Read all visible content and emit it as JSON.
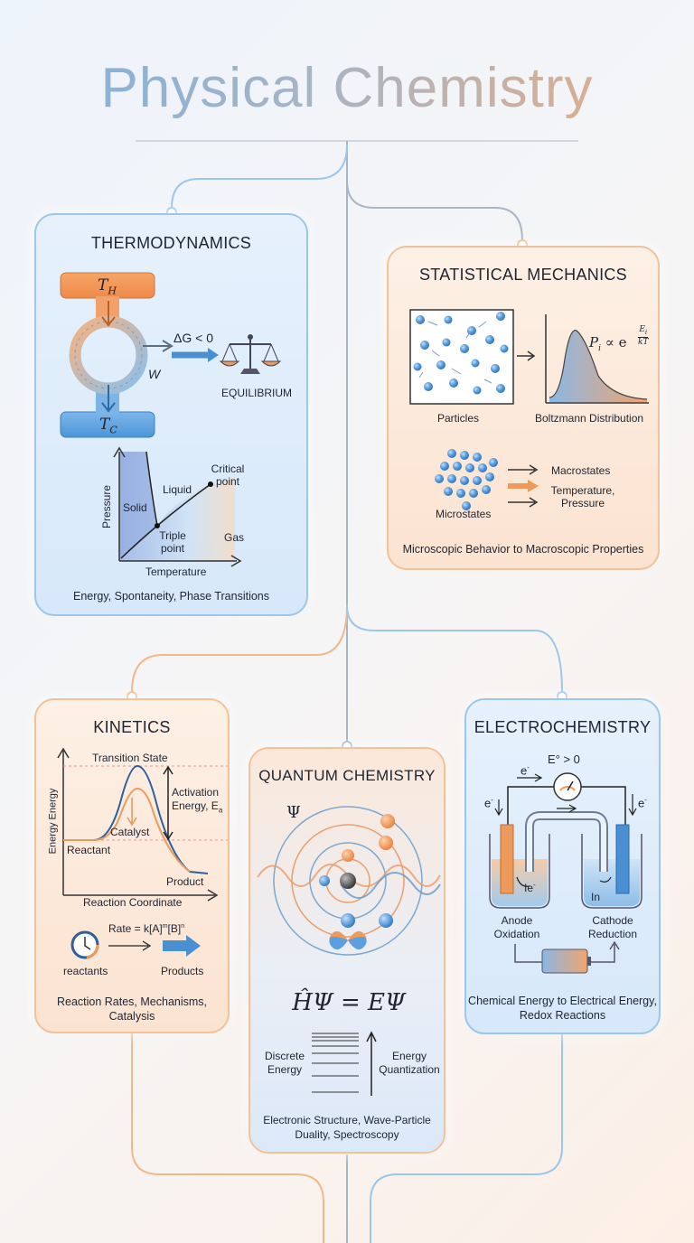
{
  "title": "Physical Chemistry",
  "thermodynamics": {
    "title": "THERMODYNAMICS",
    "t_hot": "T",
    "t_hot_sub": "H",
    "t_cold": "T",
    "t_cold_sub": "C",
    "work": "W",
    "delta_g": "ΔG < 0",
    "equilibrium": "EQUILIBRIUM",
    "phase_diagram": {
      "y_axis": "Pressure",
      "x_axis": "Temperature",
      "solid": "Solid",
      "liquid": "Liquid",
      "gas": "Gas",
      "critical_point": "Critical point",
      "triple_point": "Triple point"
    },
    "footer": "Energy, Spontaneity, Phase Transitions"
  },
  "statistical_mechanics": {
    "title": "STATISTICAL MECHANICS",
    "particles": "Particles",
    "boltzmann": "Boltzmann Distribution",
    "formula_lhs": "P",
    "formula_sub": "i",
    "formula_prop": "∝ e",
    "formula_exp_num": "E",
    "formula_exp_num_sub": "i",
    "formula_exp_den": "kT",
    "microstates": "Microstates",
    "macrostates": "Macrostates",
    "temperature_pressure": "Temperature, Pressure",
    "footer": "Microscopic Behavior to Macroscopic Properties"
  },
  "kinetics": {
    "title": "KINETICS",
    "transition_state": "Transition State",
    "activation_energy": "Activation Energy, E",
    "activation_sub": "a",
    "catalyst": "Catalyst",
    "reactant": "Reactant",
    "product": "Product",
    "y_axis": "Energy Energy",
    "x_axis": "Reaction Coordinate",
    "rate_law": "Rate = k[A]",
    "rate_m": "m",
    "rate_b": "[B]",
    "rate_n": "n",
    "reactants": "reactants",
    "products": "Products",
    "footer": "Reaction Rates, Mechanisms, Catalysis"
  },
  "quantum": {
    "title": "QUANTUM CHEMISTRY",
    "psi": "Ψ",
    "equation": "ĤΨ = EΨ",
    "discrete_energy": "Discrete Energy",
    "energy_quantization": "Energy Quantization",
    "footer": "Electronic Structure, Wave-Particle Duality, Spectroscopy"
  },
  "electrochemistry": {
    "title": "ELECTROCHEMISTRY",
    "e_minus": "e",
    "e_sup": "-",
    "e_standard": "E° > 0",
    "anode_ion": "Ie",
    "cathode_ion": "In",
    "anode": "Anode",
    "oxidation": "Oxidation",
    "cathode": "Cathode",
    "reduction": "Reduction",
    "footer": "Chemical Energy to Electrical Energy, Redox Reactions"
  },
  "colors": {
    "blue": "#4a8fd1",
    "orange": "#ee9a5a",
    "connector_blue": "#9cc6ea",
    "connector_orange": "#f0b98c",
    "connector_grey": "#aab6c4"
  }
}
